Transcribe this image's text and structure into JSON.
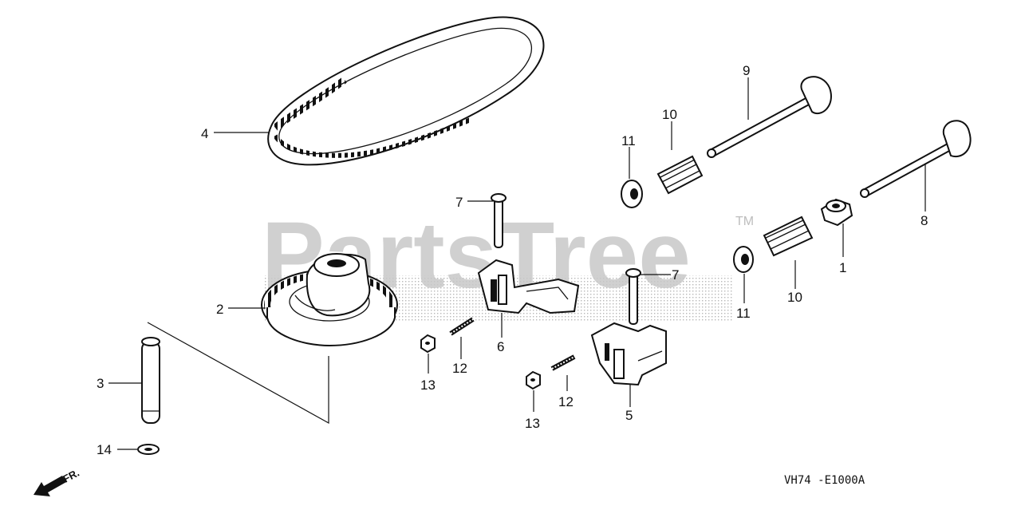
{
  "watermark": {
    "text": "PartsTree",
    "trademark": "TM"
  },
  "diagram_code": "VH74 -E1000A",
  "front_indicator": "FR.",
  "callouts": {
    "c1": "1",
    "c2": "2",
    "c3": "3",
    "c4": "4",
    "c5": "5",
    "c6": "6",
    "c7a": "7",
    "c7b": "7",
    "c8": "8",
    "c9": "9",
    "c10a": "10",
    "c10b": "10",
    "c11a": "11",
    "c11b": "11",
    "c12a": "12",
    "c12b": "12",
    "c13a": "13",
    "c13b": "13",
    "c14": "14"
  }
}
